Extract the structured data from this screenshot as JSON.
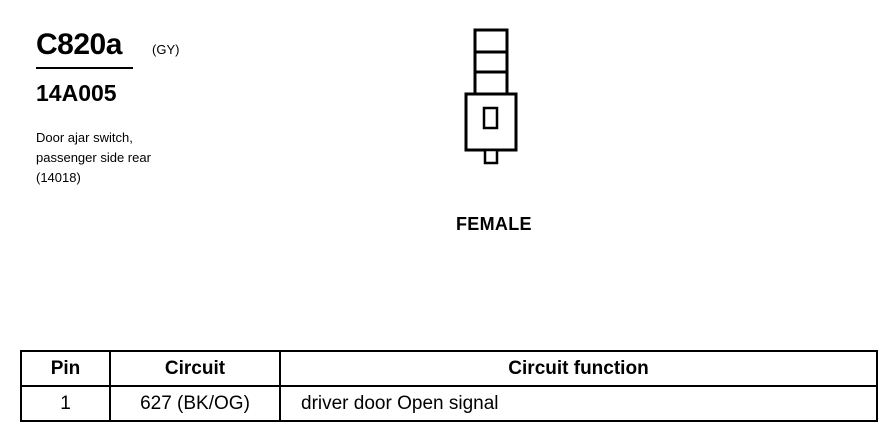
{
  "connector": {
    "id": "C820a",
    "color_code": "(GY)",
    "part_number": "14A005",
    "description": [
      "Door ajar switch,",
      "passenger side rear",
      "(14018)"
    ],
    "gender": "FEMALE",
    "icon": "connector-face-icon"
  },
  "table": {
    "headers": [
      "Pin",
      "Circuit",
      "Circuit function"
    ],
    "rows": [
      {
        "pin": "1",
        "circuit": "627 (BK/OG)",
        "function": "driver door Open signal"
      }
    ]
  }
}
